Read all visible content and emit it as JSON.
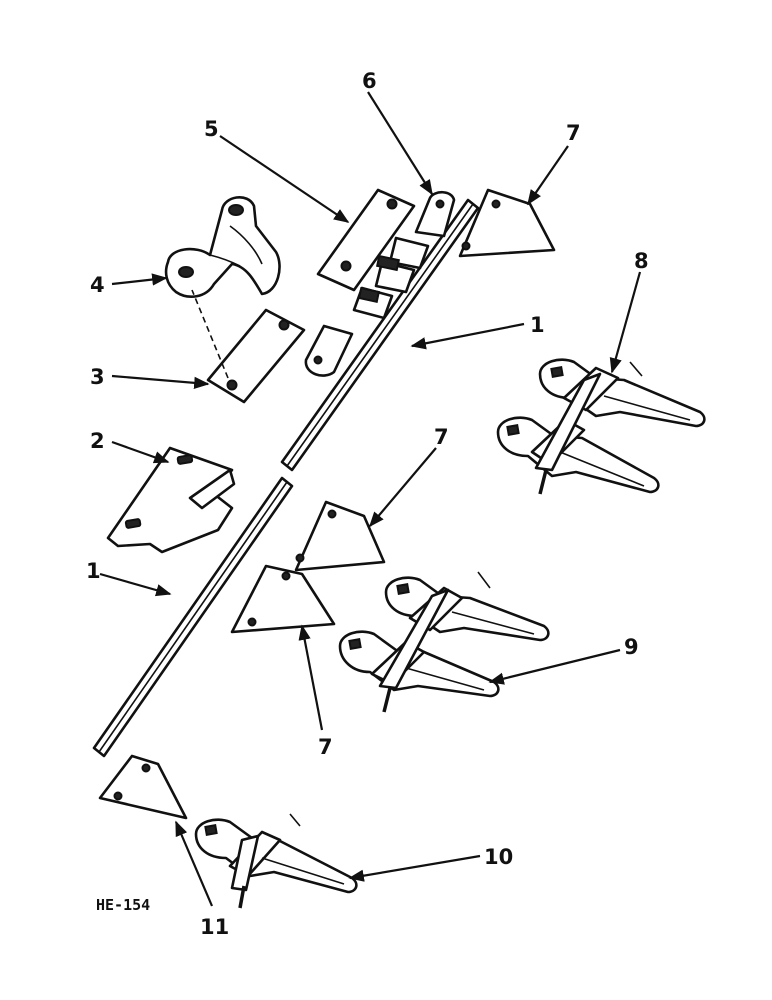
{
  "figure_code": "HE-154",
  "callouts": {
    "c1a": "1",
    "c1b": "1",
    "c2": "2",
    "c3": "3",
    "c4": "4",
    "c5": "5",
    "c6": "6",
    "c7a": "7",
    "c7b": "7",
    "c7c": "7",
    "c8": "8",
    "c9": "9",
    "c10": "10",
    "c11": "11"
  }
}
